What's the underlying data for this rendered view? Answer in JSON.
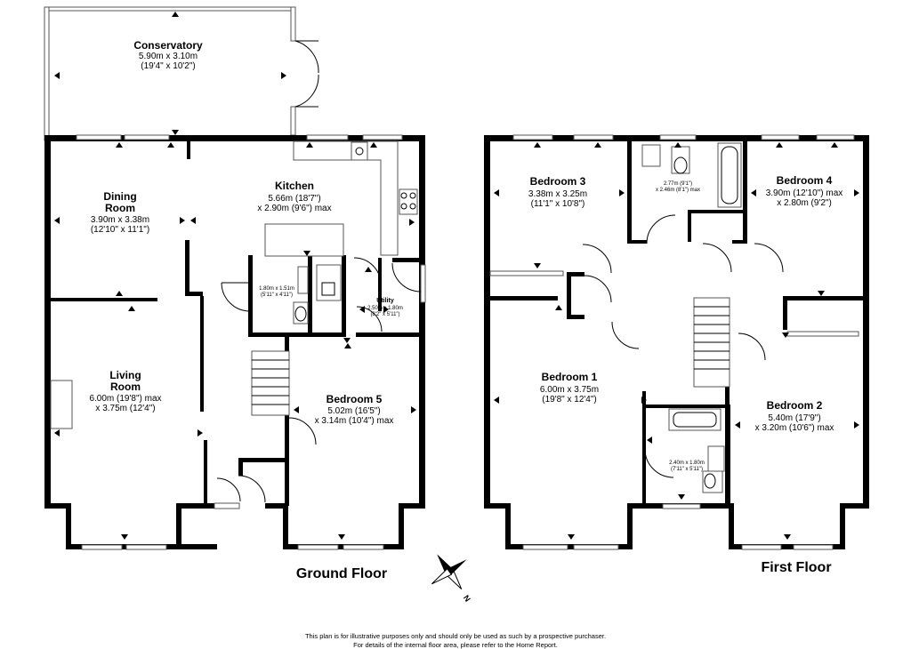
{
  "ground_floor": {
    "label": "Ground Floor",
    "rooms": {
      "conservatory": {
        "name": "Conservatory",
        "dim1": "5.90m x 3.10m",
        "dim2": "(19'4\" x 10'2\")"
      },
      "dining": {
        "name1": "Dining",
        "name2": "Room",
        "dim1": "3.90m x 3.38m",
        "dim2": "(12'10\" x 11'1\")"
      },
      "kitchen": {
        "name": "Kitchen",
        "dim1": "5.66m (18'7\")",
        "dim2": "x 2.90m (9'6\") max"
      },
      "wc": {
        "dim1": "1.80m x 1.51m",
        "dim2": "(5'11\" x 4'11\")"
      },
      "utility": {
        "name": "Utility",
        "dim1": "2.50m x 1.80m",
        "dim2": "(8'2\" x 5'11\")"
      },
      "living": {
        "name1": "Living",
        "name2": "Room",
        "dim1": "6.00m (19'8\") max",
        "dim2": "x 3.75m (12'4\")"
      },
      "bedroom5": {
        "name": "Bedroom 5",
        "dim1": "5.02m (16'5\")",
        "dim2": "x 3.14m (10'4\") max"
      }
    }
  },
  "first_floor": {
    "label": "First Floor",
    "rooms": {
      "bedroom3": {
        "name": "Bedroom 3",
        "dim1": "3.38m x 3.25m",
        "dim2": "(11'1\" x 10'8\")"
      },
      "bathroom": {
        "dim1": "2.77m (9'1\")",
        "dim2": "x 2.46m (8'1\") max"
      },
      "bedroom4": {
        "name": "Bedroom 4",
        "dim1": "3.90m (12'10\") max",
        "dim2": "x 2.80m (9'2\")"
      },
      "bedroom1": {
        "name": "Bedroom 1",
        "dim1": "6.00m x 3.75m",
        "dim2": "(19'8\" x 12'4\")"
      },
      "ensuite": {
        "dim1": "2.40m x 1.80m",
        "dim2": "(7'11\" x 5'11\")"
      },
      "bedroom2": {
        "name": "Bedroom 2",
        "dim1": "5.40m (17'9\")",
        "dim2": "x 3.20m (10'6\") max"
      }
    }
  },
  "compass": {
    "label": "N"
  },
  "disclaimer": {
    "line1": "This plan is for illustrative purposes only and should only be used as such by a prospective purchaser.",
    "line2": "For details of the internal floor area, please refer to the Home Report."
  }
}
